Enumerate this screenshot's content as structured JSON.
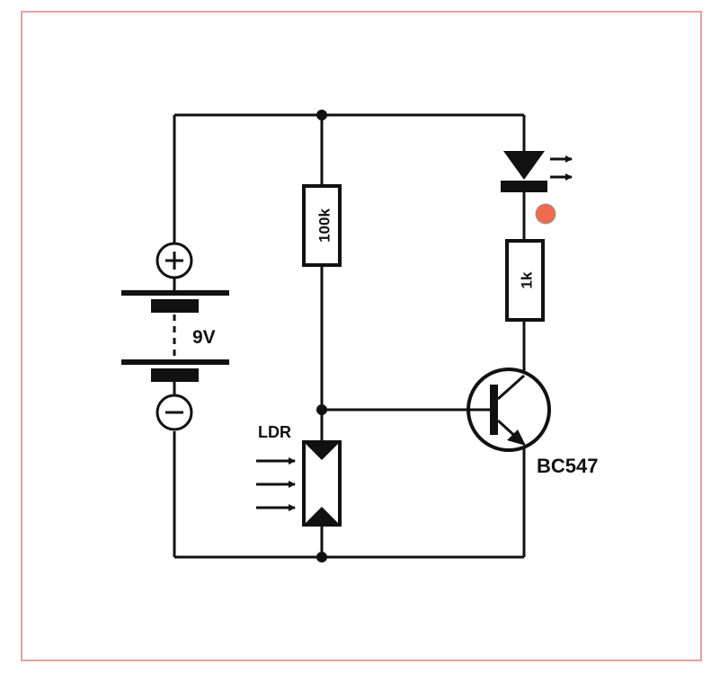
{
  "diagram": {
    "battery": {
      "voltage_label": "9V",
      "plus_symbol": "+",
      "minus_symbol": "−"
    },
    "resistor_top": {
      "label": "100k"
    },
    "resistor_led": {
      "label": "1k"
    },
    "ldr": {
      "label": "LDR"
    },
    "transistor": {
      "label": "BC547"
    },
    "led": {
      "indicator_color": "#ee6b50"
    }
  },
  "colors": {
    "frame": "#e8a0a0",
    "wire": "#111111",
    "led_indicator": "#ee6b50"
  }
}
